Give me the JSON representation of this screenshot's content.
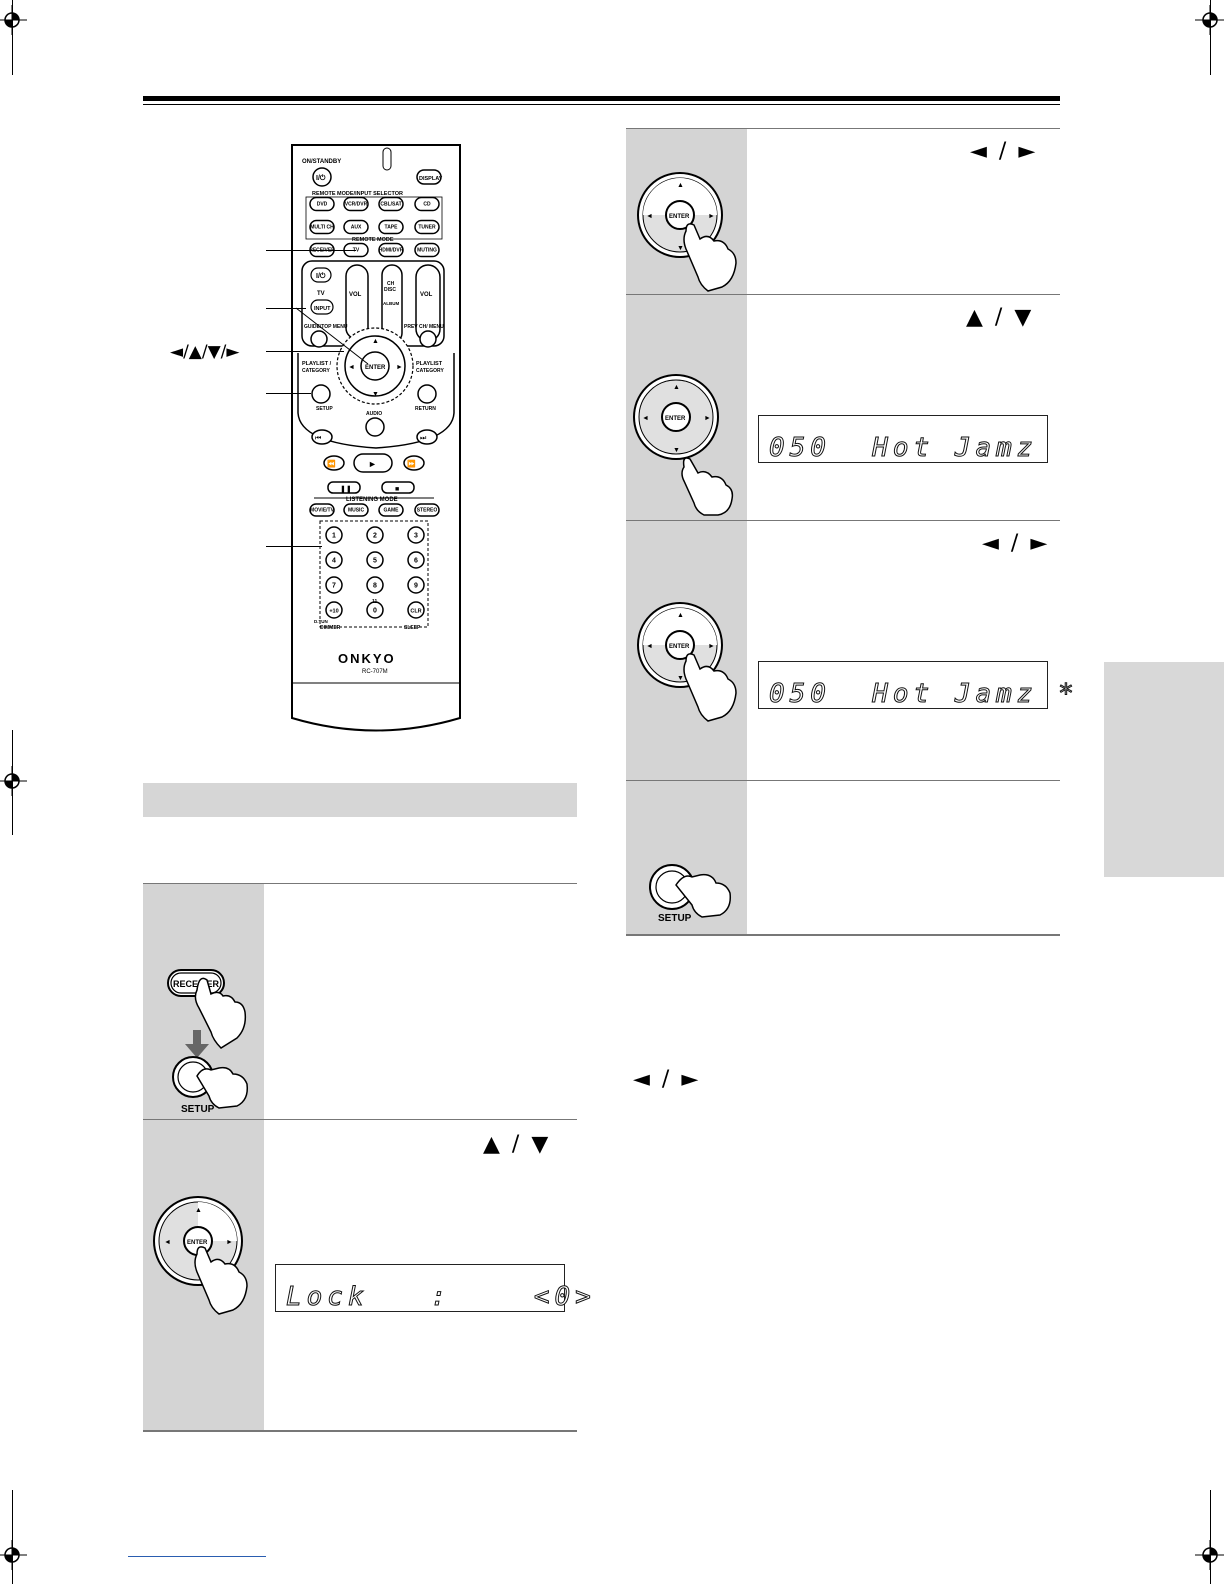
{
  "remote": {
    "brand": "ONKYO",
    "model": "RC-707M",
    "on_standby": "ON/STANDBY",
    "display": "DISPLAY",
    "remote_mode_input_selector": "REMOTE MODE/INPUT SELECTOR",
    "remote_mode": "REMOTE MODE",
    "row1": [
      "DVD",
      "VCR/DVR",
      "CBL/SAT",
      "CD"
    ],
    "row2": [
      "MULTI CH",
      "AUX",
      "TAPE",
      "TUNER"
    ],
    "row3": [
      "RECEIVER",
      "TV",
      "HDMI/DVR",
      "MUTING"
    ],
    "tv": "TV",
    "input": "INPUT",
    "vol": "VOL",
    "ch_disc": "CH\nDISC",
    "album": "ALBUM",
    "guide_top_menu": "GUIDE/TOP MENU",
    "prev_ch_menu": "PREV CH/ MENU",
    "playlist_left": "PLAYLIST / CATEGORY",
    "playlist_right": "PLAYLIST / CATEGORY",
    "enter": "ENTER",
    "setup": "SETUP",
    "audio": "AUDIO",
    "return": "RETURN",
    "listening_mode": "LISTENING MODE",
    "lm_buttons": [
      "MOVIE/TV",
      "MUSIC",
      "GAME",
      "STEREO"
    ],
    "numbers": [
      "1",
      "2",
      "3",
      "4",
      "5",
      "6",
      "7",
      "8",
      "9",
      "+10",
      "0",
      "CLR"
    ],
    "dimmer": "DIMMER",
    "sleep": "SLEEP",
    "d_tun": "D.TUN",
    "eleven": "11"
  },
  "callouts": {
    "arrow_keys": "◄/▲/▼/►"
  },
  "steps_left": [
    {
      "receiver_label": "RECEIVER",
      "setup_label": "SETUP"
    },
    {
      "arrows": "▲/▼",
      "enter_label": "ENTER",
      "lcd": "Lock   :    <0>"
    }
  ],
  "steps_right": [
    {
      "arrows": "◄/►",
      "enter_label": "ENTER"
    },
    {
      "arrows": "▲/▼",
      "enter_label": "ENTER",
      "lcd": "050  Hot Jamz"
    },
    {
      "arrows": "◄/►",
      "enter_label": "ENTER",
      "lcd": "050  Hot Jamz *"
    },
    {
      "setup_label": "SETUP"
    }
  ],
  "note_arrows": "◄/►"
}
